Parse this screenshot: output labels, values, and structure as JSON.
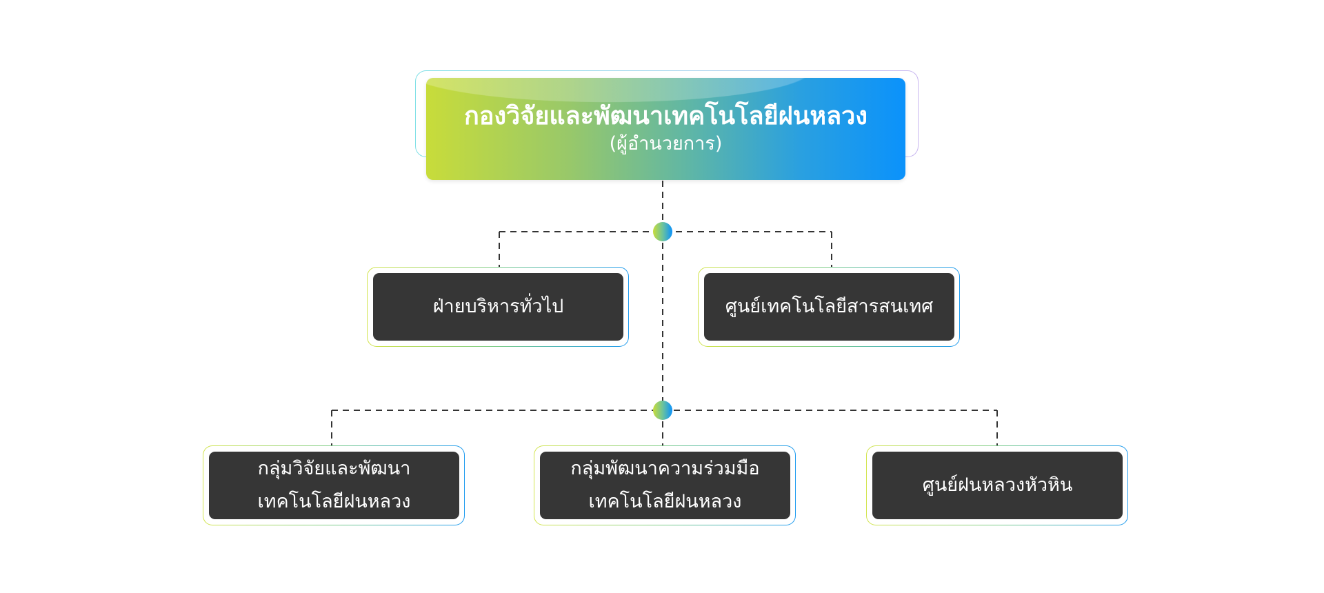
{
  "colors": {
    "node_fill": "#363636",
    "connector": "#333333",
    "gradient_start": "#c8dc3a",
    "gradient_end": "#0b92fb",
    "text": "#ffffff"
  },
  "root": {
    "title": "กองวิจัยและพัฒนาเทคโนโลยีฝนหลวง",
    "subtitle": "(ผู้อำนวยการ)"
  },
  "level1": [
    {
      "lines": [
        "ฝ่ายบริหารทั่วไป"
      ]
    },
    {
      "lines": [
        "ศูนย์เทคโนโลยีสารสนเทศ"
      ]
    }
  ],
  "level2": [
    {
      "lines": [
        "กลุ่มวิจัยและพัฒนา",
        "เทคโนโลยีฝนหลวง"
      ]
    },
    {
      "lines": [
        "กลุ่มพัฒนาความร่วมมือ",
        "เทคโนโลยีฝนหลวง"
      ]
    },
    {
      "lines": [
        "ศูนย์ฝนหลวงหัวหิน"
      ]
    }
  ]
}
